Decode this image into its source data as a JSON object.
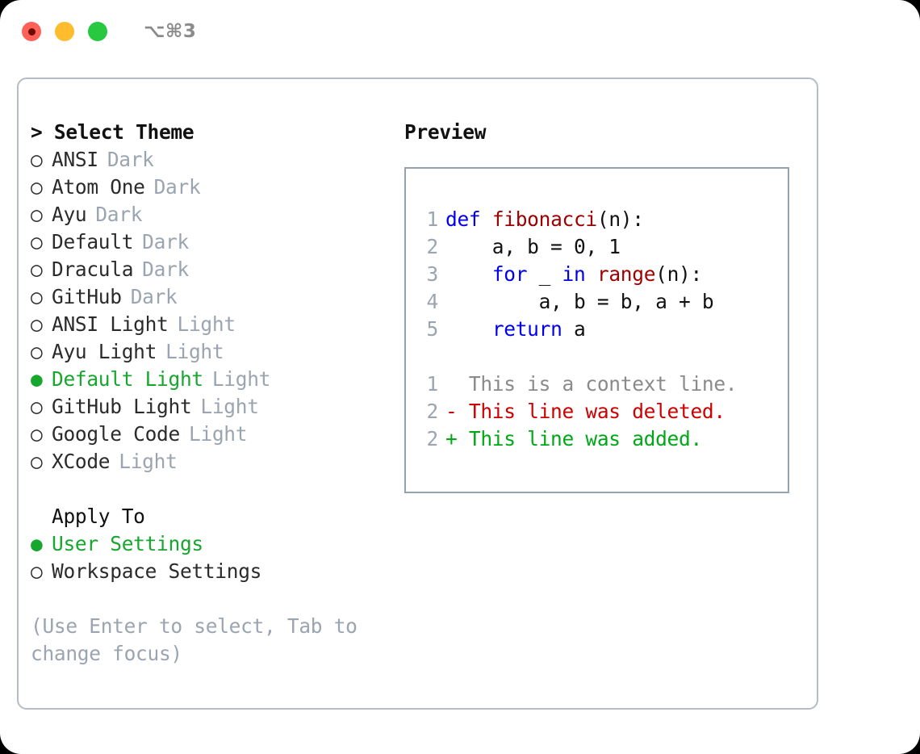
{
  "titlebar": {
    "lights": [
      {
        "name": "close-button",
        "color": "#ff6159",
        "recording": true
      },
      {
        "name": "minimize-button",
        "color": "#ffbd2e",
        "recording": false
      },
      {
        "name": "maximize-button",
        "color": "#28c840",
        "recording": false
      }
    ],
    "shortcut": "⌥⌘3"
  },
  "theme_picker": {
    "header": "> Select Theme",
    "bullet_selected": "●",
    "bullet_unselected": "○",
    "accent_color": "#17a62e",
    "badge_color": "#9aa5b1",
    "items": [
      {
        "bullet": "○",
        "label": "ANSI",
        "badge": "Dark",
        "selected": false
      },
      {
        "bullet": "○",
        "label": "Atom One",
        "badge": "Dark",
        "selected": false
      },
      {
        "bullet": "○",
        "label": "Ayu",
        "badge": "Dark",
        "selected": false
      },
      {
        "bullet": "○",
        "label": "Default",
        "badge": "Dark",
        "selected": false
      },
      {
        "bullet": "○",
        "label": "Dracula",
        "badge": "Dark",
        "selected": false
      },
      {
        "bullet": "○",
        "label": "GitHub",
        "badge": "Dark",
        "selected": false
      },
      {
        "bullet": "○",
        "label": "ANSI Light",
        "badge": "Light",
        "selected": false
      },
      {
        "bullet": "○",
        "label": "Ayu Light",
        "badge": "Light",
        "selected": false
      },
      {
        "bullet": "●",
        "label": "Default Light",
        "badge": "Light",
        "selected": true
      },
      {
        "bullet": "○",
        "label": "GitHub Light",
        "badge": "Light",
        "selected": false
      },
      {
        "bullet": "○",
        "label": "Google Code",
        "badge": "Light",
        "selected": false
      },
      {
        "bullet": "○",
        "label": "XCode",
        "badge": "Light",
        "selected": false
      }
    ]
  },
  "apply_to": {
    "header": "Apply To",
    "items": [
      {
        "bullet": "●",
        "label": "User Settings",
        "selected": true
      },
      {
        "bullet": "○",
        "label": "Workspace Settings",
        "selected": false
      }
    ]
  },
  "help": {
    "text": "(Use Enter to select, Tab to change focus)"
  },
  "preview": {
    "title": "Preview",
    "code_lines": [
      {
        "no": "1",
        "tokens": [
          {
            "t": "def",
            "c": "kw"
          },
          {
            "t": " ",
            "c": "txt"
          },
          {
            "t": "fibonacci",
            "c": "fn"
          },
          {
            "t": "(n):",
            "c": "txt"
          }
        ]
      },
      {
        "no": "2",
        "tokens": [
          {
            "t": "    a, b = 0, 1",
            "c": "txt"
          }
        ]
      },
      {
        "no": "3",
        "tokens": [
          {
            "t": "    ",
            "c": "txt"
          },
          {
            "t": "for",
            "c": "kw"
          },
          {
            "t": " _ ",
            "c": "txt"
          },
          {
            "t": "in",
            "c": "kw"
          },
          {
            "t": " ",
            "c": "txt"
          },
          {
            "t": "range",
            "c": "fn"
          },
          {
            "t": "(n):",
            "c": "txt"
          }
        ]
      },
      {
        "no": "4",
        "tokens": [
          {
            "t": "        a, b = b, a + b",
            "c": "txt"
          }
        ]
      },
      {
        "no": "5",
        "tokens": [
          {
            "t": "    ",
            "c": "txt"
          },
          {
            "t": "return",
            "c": "kw"
          },
          {
            "t": " a",
            "c": "txt"
          }
        ]
      }
    ],
    "diff_lines": [
      {
        "no": "1",
        "marker": " ",
        "text": "  This is a context line.",
        "kind": "ctx"
      },
      {
        "no": "2",
        "marker": "-",
        "text": "- This line was deleted.",
        "kind": "del"
      },
      {
        "no": "2",
        "marker": "+",
        "text": "+ This line was added.",
        "kind": "add"
      }
    ],
    "colors": {
      "keyword": "#0000ee",
      "function": "#9f0000",
      "text": "#111111",
      "lineno": "#9aa5b1",
      "diff_context": "#8a8a8a",
      "diff_deleted": "#cc0000",
      "diff_added": "#00a818"
    }
  }
}
